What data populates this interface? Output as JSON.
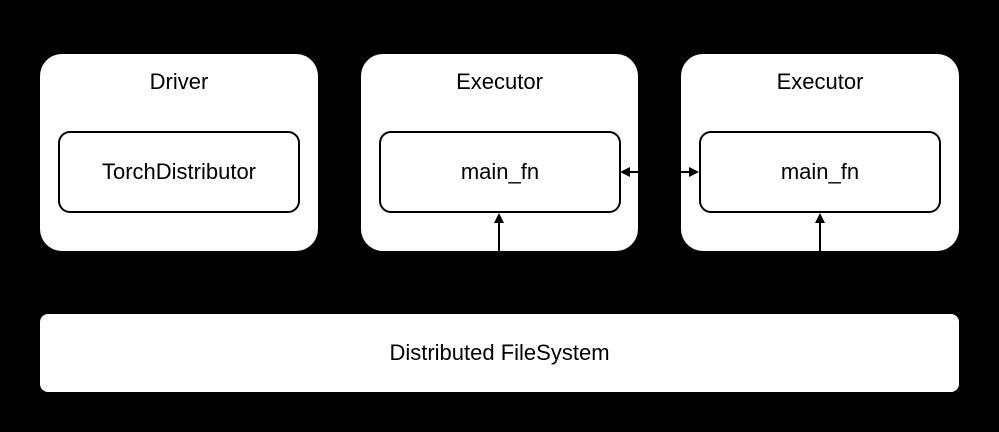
{
  "driver": {
    "title": "Driver",
    "component": "TorchDistributor"
  },
  "executors": [
    {
      "title": "Executor",
      "component": "main_fn"
    },
    {
      "title": "Executor",
      "component": "main_fn"
    }
  ],
  "storage": {
    "label": "Distributed FileSystem"
  },
  "colors": {
    "background": "#000000",
    "box_fill": "#ffffff",
    "stroke": "#000000"
  }
}
